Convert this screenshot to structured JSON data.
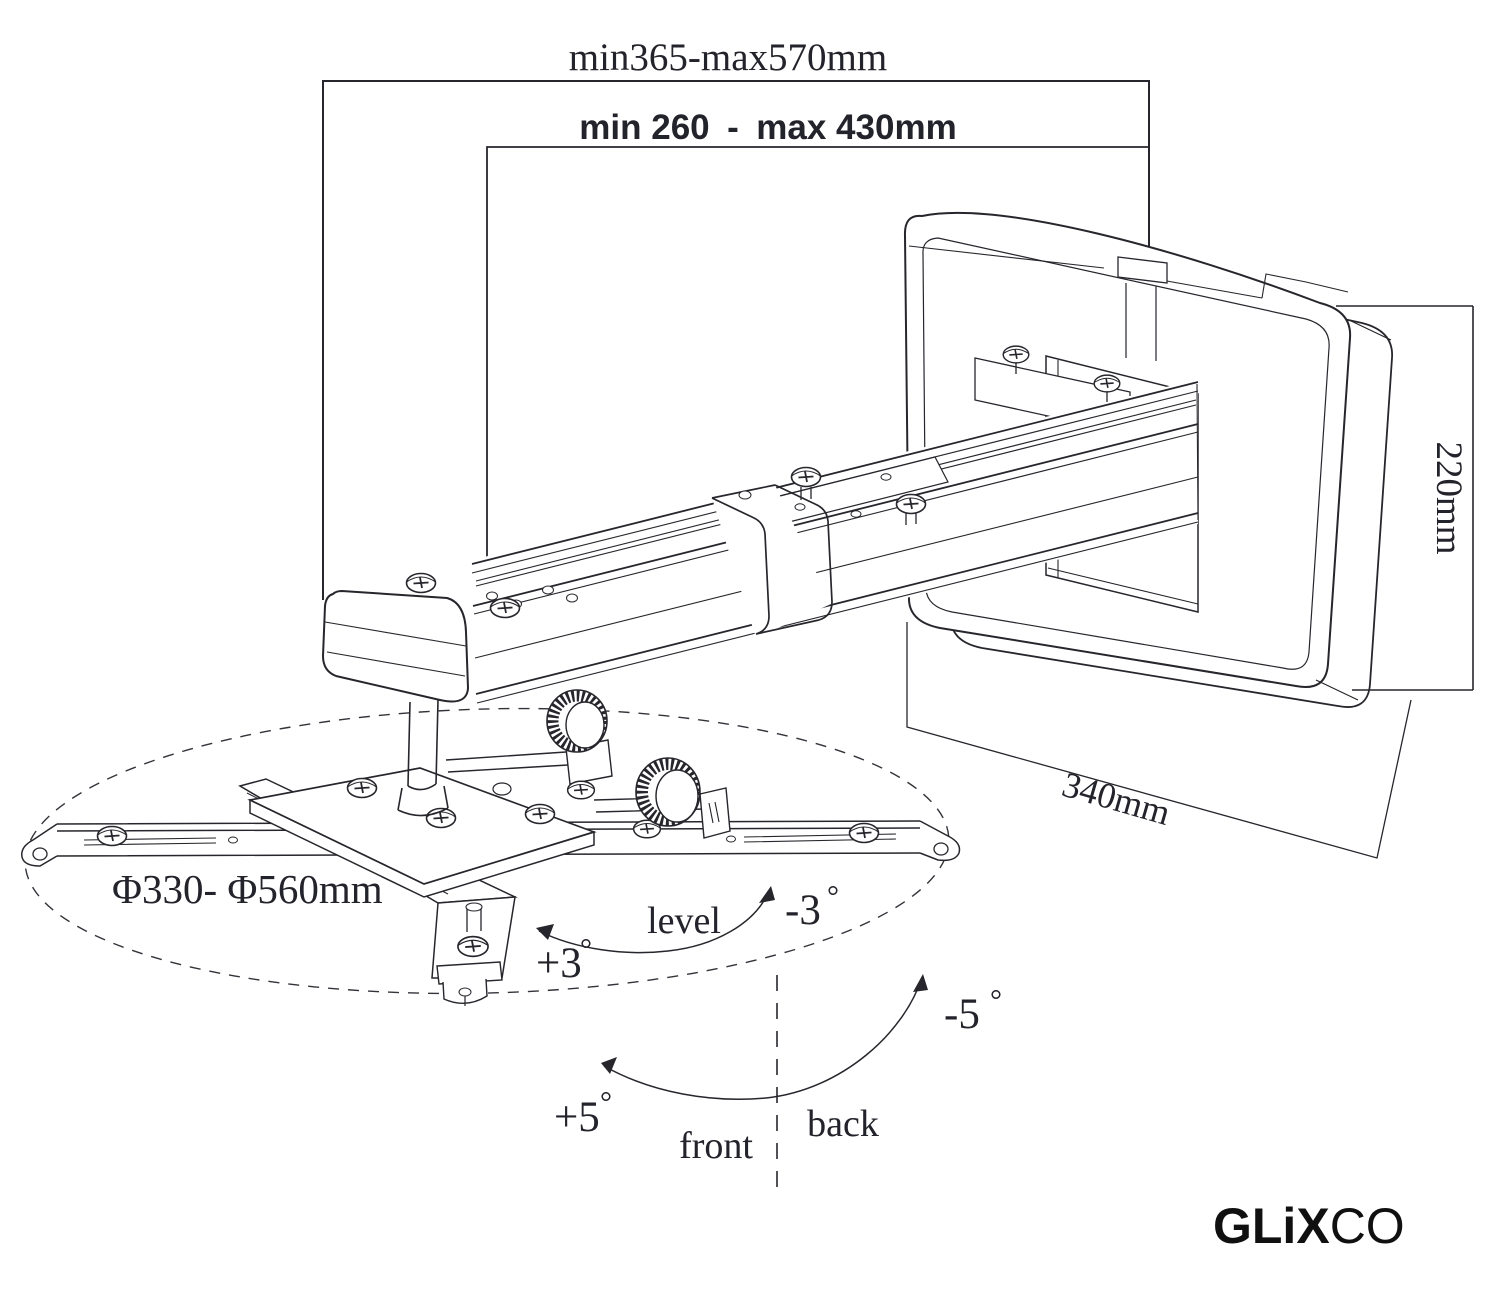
{
  "dimensions": {
    "outer_width": "min365-max570mm",
    "inner_width": "min 260 - max 430mm",
    "plate_height": "220mm",
    "wall_depth": "340mm",
    "diameter_range": "Φ330- Φ560mm"
  },
  "angles": {
    "level": "level",
    "roll_minus": "-3",
    "roll_plus": "+3",
    "pitch_minus": "-5",
    "pitch_plus": "+5",
    "degree": "°"
  },
  "sides": {
    "front": "front",
    "back": "back"
  },
  "logo": {
    "bold": "GLiX",
    "light": "CO"
  }
}
